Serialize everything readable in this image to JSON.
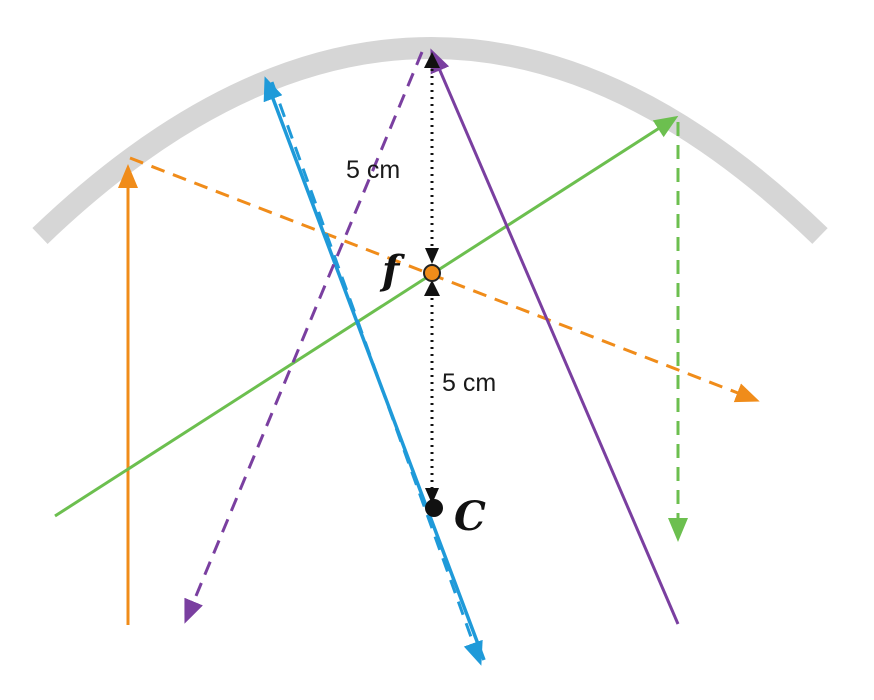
{
  "diagram": {
    "labels": {
      "focal_point": "f",
      "center_of_curvature": "C",
      "distance_mirror_to_focus": "5 cm",
      "distance_focus_to_center": "5 cm"
    },
    "colors": {
      "mirror": "#d9d9d9",
      "mirror_edge": "#c8c8c8",
      "orange_ray": "#f08c1a",
      "green_ray": "#6cbf4f",
      "blue_ray": "#1f9ad9",
      "purple_ray": "#7a3fa0",
      "dimension": "#111111"
    },
    "rays": [
      {
        "name": "orange-parallel-ray",
        "incident": "orange_ray",
        "reflected_dashed": true
      },
      {
        "name": "green-focal-ray",
        "incident": "green_ray",
        "reflected_dashed": true
      },
      {
        "name": "blue-center-ray",
        "incident": "blue_ray",
        "reflected_dashed": true
      },
      {
        "name": "purple-vertex-ray",
        "incident": "purple_ray",
        "reflected_dashed": true
      }
    ]
  }
}
